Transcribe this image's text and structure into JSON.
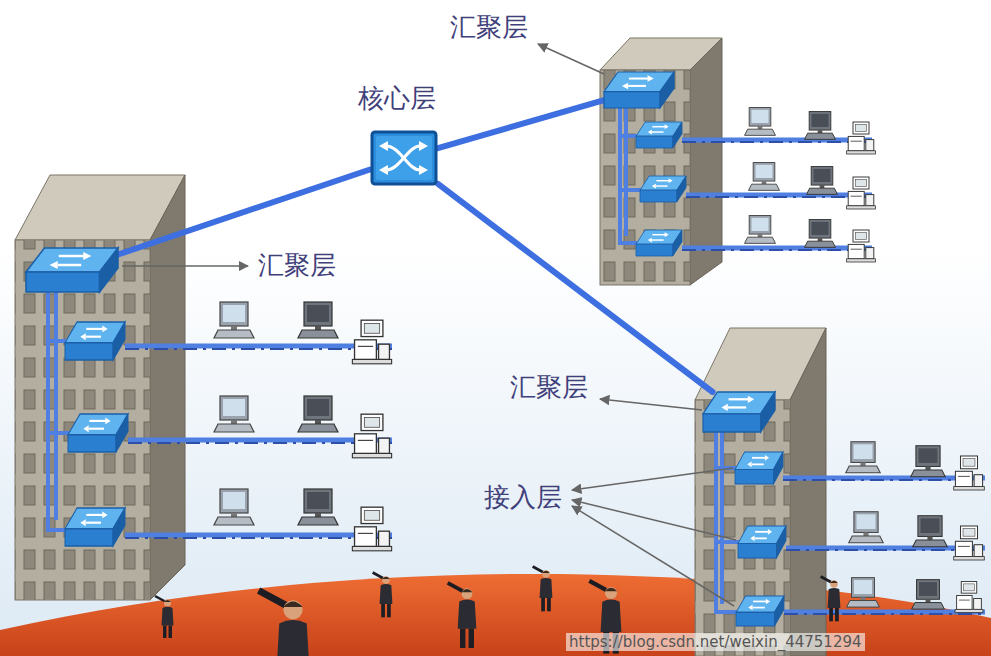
{
  "diagram": {
    "nodes": [
      {
        "text": [
          "汇聚层"
        ]
      },
      {
        "text": [
          "核心层"
        ]
      },
      {
        "text": [
          "汇聚层"
        ]
      },
      {
        "text": [
          "汇聚层"
        ]
      }
    ],
    "edges": [
      {
        "from": 1,
        "to": 0,
        "arrow": "none"
      },
      {
        "from": 1,
        "to": 2,
        "arrow": "none"
      },
      {
        "from": 1,
        "to": 3,
        "arrow": "none"
      }
    ],
    "labels": [
      "接入层",
      "https://blog.csdn.net/weixin_44751294"
    ]
  }
}
